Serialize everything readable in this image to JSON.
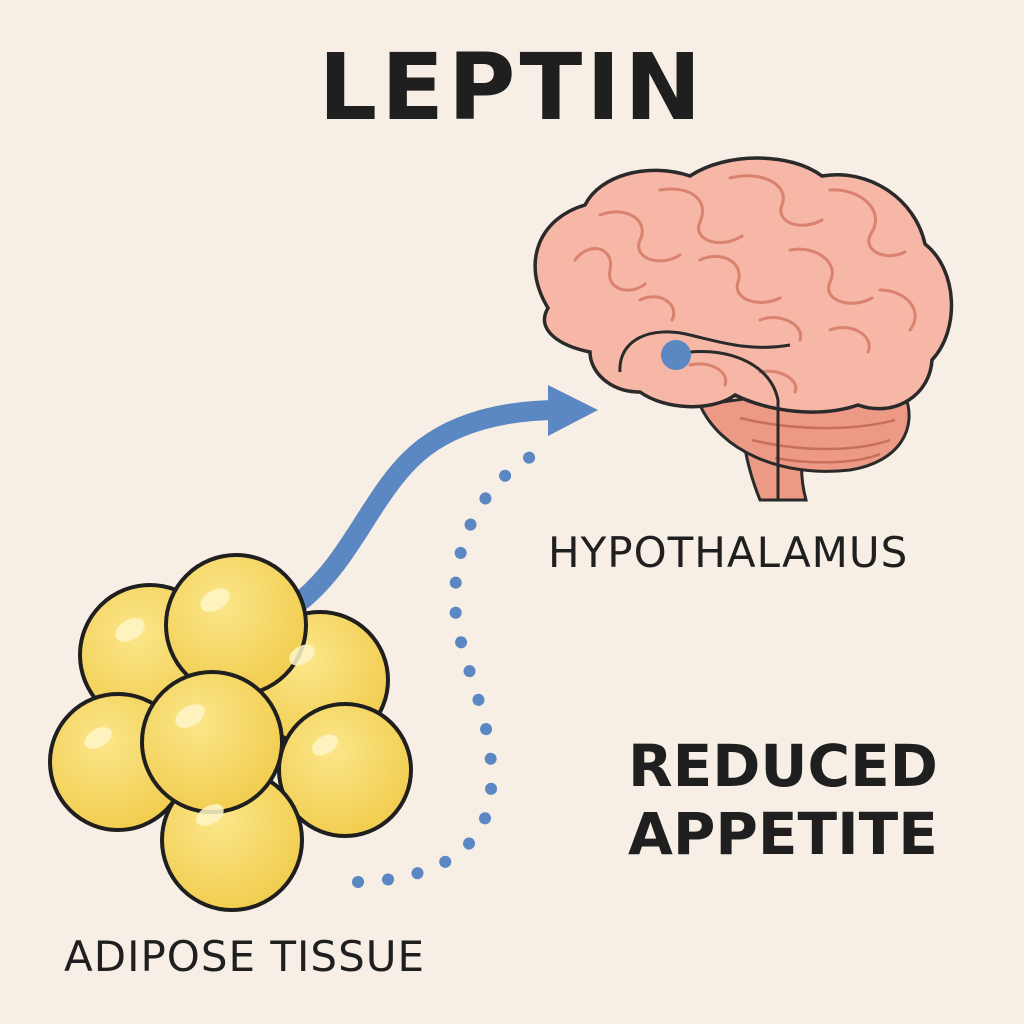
{
  "title": "LEPTIN",
  "hypothalamus_label": "HYPOTHALAMUS",
  "adipose_label": "ADIPOSE TISSUE",
  "effect_label": {
    "line1": "REDUCED",
    "line2": "APPETITE"
  },
  "colors": {
    "background": "#f7efe6",
    "text": "#1f1f1f",
    "fat_cell_fill": "#f8df72",
    "fat_cell_shade": "#f1cc4c",
    "brain_fill": "#f6b7a6",
    "cerebellum_fill": "#ec9a86",
    "signal_blue": "#5b87c3",
    "outline": "#2a2a2a"
  },
  "icons": {
    "source": "fat-cell-cluster-icon",
    "target": "brain-icon",
    "signal": "arrow-right-icon"
  }
}
